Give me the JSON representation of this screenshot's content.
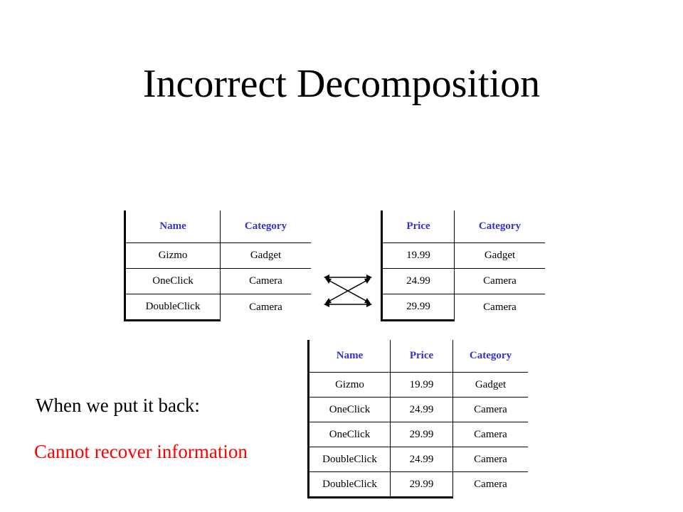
{
  "title": "Incorrect Decomposition",
  "table_left": {
    "headers": [
      "Name",
      "Category"
    ],
    "rows": [
      [
        "Gizmo",
        "Gadget"
      ],
      [
        "OneClick",
        "Camera"
      ],
      [
        "DoubleClick",
        "Camera"
      ]
    ]
  },
  "table_right": {
    "headers": [
      "Price",
      "Category"
    ],
    "rows": [
      [
        "19.99",
        "Gadget"
      ],
      [
        "24.99",
        "Camera"
      ],
      [
        "29.99",
        "Camera"
      ]
    ]
  },
  "table_joined": {
    "headers": [
      "Name",
      "Price",
      "Category"
    ],
    "rows": [
      [
        "Gizmo",
        "19.99",
        "Gadget"
      ],
      [
        "OneClick",
        "24.99",
        "Camera"
      ],
      [
        "OneClick",
        "29.99",
        "Camera"
      ],
      [
        "DoubleClick",
        "24.99",
        "Camera"
      ],
      [
        "DoubleClick",
        "29.99",
        "Camera"
      ]
    ]
  },
  "captions": {
    "put_back": "When we put it back:",
    "warning": "Cannot recover information"
  },
  "colors": {
    "header_text": "#3333cc",
    "warning_text": "#ff0000"
  }
}
